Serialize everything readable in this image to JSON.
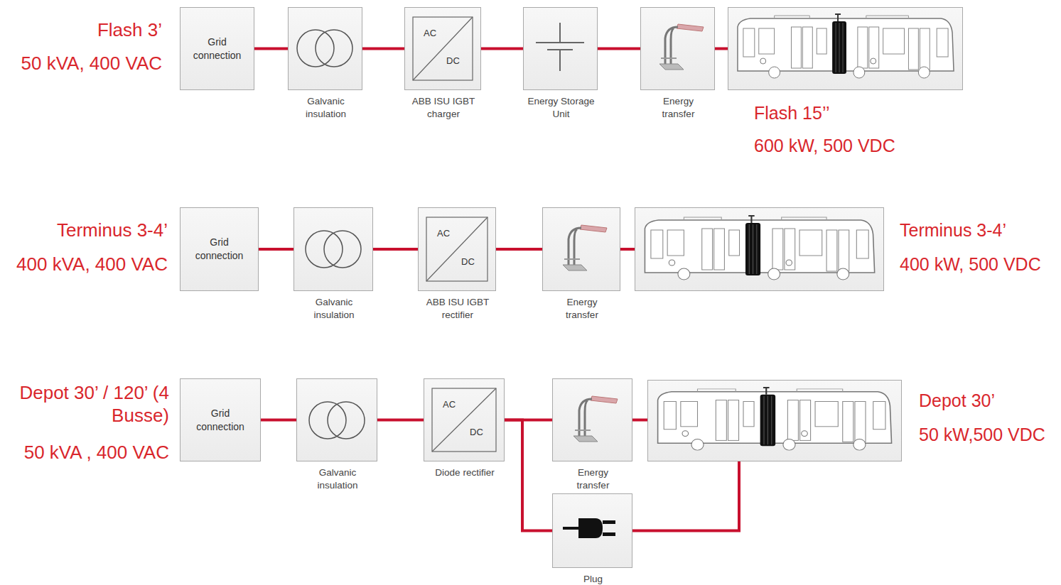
{
  "diagram": {
    "nodes": [
      {
        "text": [
          "Grid connection"
        ]
      },
      {
        "text": [
          "Galvanic insulation"
        ]
      },
      {
        "text": [
          "AC",
          "DC",
          "ABB ISU IGBT charger"
        ]
      },
      {
        "text": [
          "Energy Storage Unit"
        ]
      },
      {
        "text": [
          "Energy transfer"
        ]
      },
      {
        "text": [
          "Flash 15’’",
          "600 kW, 500 VDC"
        ]
      },
      {
        "text": [
          "Grid connection"
        ]
      },
      {
        "text": [
          "Galvanic insulation"
        ]
      },
      {
        "text": [
          "AC",
          "DC",
          "ABB ISU IGBT rectifier"
        ]
      },
      {
        "text": [
          "Energy transfer"
        ]
      },
      {
        "text": [
          "Terminus 3-4’",
          "400 kW, 500 VDC"
        ]
      },
      {
        "text": [
          "Grid connection"
        ]
      },
      {
        "text": [
          "Galvanic insulation"
        ]
      },
      {
        "text": [
          "AC",
          "DC",
          "Diode rectifier"
        ]
      },
      {
        "text": [
          "Energy transfer"
        ]
      },
      {
        "text": [
          "Depot 30’",
          "50 kW,500 VDC"
        ]
      },
      {
        "text": [
          "Plug"
        ]
      }
    ],
    "edges": [
      {
        "from": 0,
        "to": 1,
        "arrow": "none"
      },
      {
        "from": 1,
        "to": 2,
        "arrow": "none"
      },
      {
        "from": 2,
        "to": 3,
        "arrow": "none"
      },
      {
        "from": 3,
        "to": 4,
        "arrow": "none"
      },
      {
        "from": 4,
        "to": 5,
        "arrow": "none"
      },
      {
        "from": 6,
        "to": 7,
        "arrow": "none"
      },
      {
        "from": 7,
        "to": 8,
        "arrow": "none"
      },
      {
        "from": 8,
        "to": 9,
        "arrow": "none"
      },
      {
        "from": 9,
        "to": 10,
        "arrow": "none"
      },
      {
        "from": 11,
        "to": 12,
        "arrow": "none"
      },
      {
        "from": 12,
        "to": 13,
        "arrow": "none"
      },
      {
        "from": 13,
        "to": 14,
        "arrow": "none"
      },
      {
        "from": 14,
        "to": 15,
        "arrow": "none"
      },
      {
        "from": 13,
        "to": 16,
        "arrow": "none"
      },
      {
        "from": 16,
        "to": 15,
        "arrow": "none"
      }
    ],
    "labels": [
      "Flash 3’",
      "50 kVA, 400 VAC",
      "Terminus 3-4’",
      "400 kVA, 400 VAC",
      "Depot 30’ / 120’ (4 Busse)",
      "50 kVA , 400 VAC"
    ]
  }
}
